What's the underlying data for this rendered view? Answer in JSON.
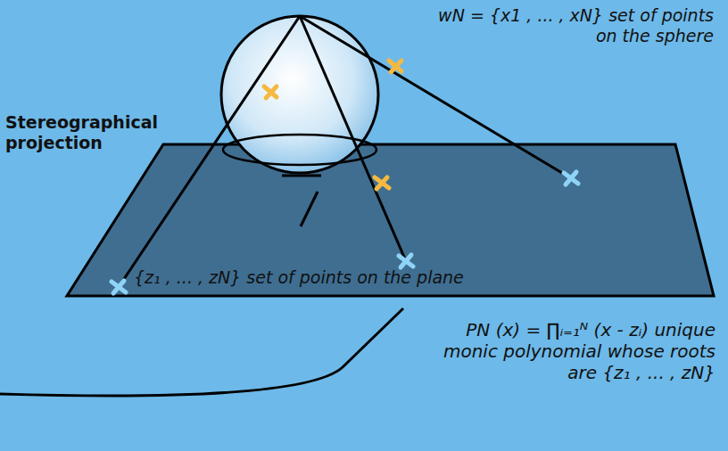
{
  "diagram": {
    "labels": [
      "wN = {x1 , ... , xN} set of points on the sphere",
      "Stereographical projection",
      "{z₁ , ... , zN} set of points on the plane",
      "PN (x) = ∏ᵢ₌₁ᴺ (x - zᵢ) unique monic polynomial whose roots are {z₁ , ... , zN}"
    ]
  }
}
